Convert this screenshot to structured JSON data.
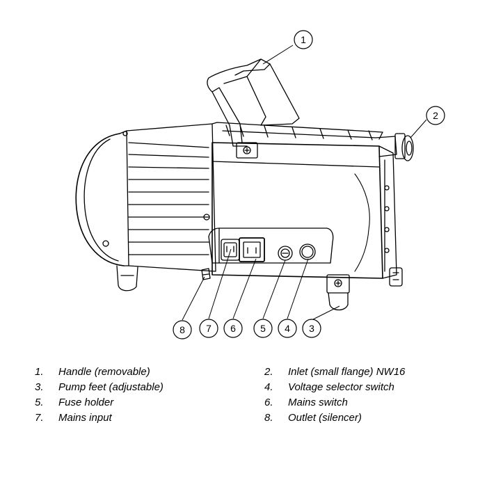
{
  "callouts": [
    {
      "number": "1"
    },
    {
      "number": "2"
    },
    {
      "number": "3"
    },
    {
      "number": "4"
    },
    {
      "number": "5"
    },
    {
      "number": "6"
    },
    {
      "number": "7"
    },
    {
      "number": "8"
    }
  ],
  "legend": [
    {
      "number": "1.",
      "label": "Handle (removable)"
    },
    {
      "number": "2.",
      "label": "Inlet (small flange) NW16"
    },
    {
      "number": "3.",
      "label": "Pump feet (adjustable)"
    },
    {
      "number": "4.",
      "label": "Voltage selector switch"
    },
    {
      "number": "5.",
      "label": "Fuse holder"
    },
    {
      "number": "6.",
      "label": "Mains switch"
    },
    {
      "number": "7.",
      "label": "Mains input"
    },
    {
      "number": "8.",
      "label": "Outlet (silencer)"
    }
  ]
}
